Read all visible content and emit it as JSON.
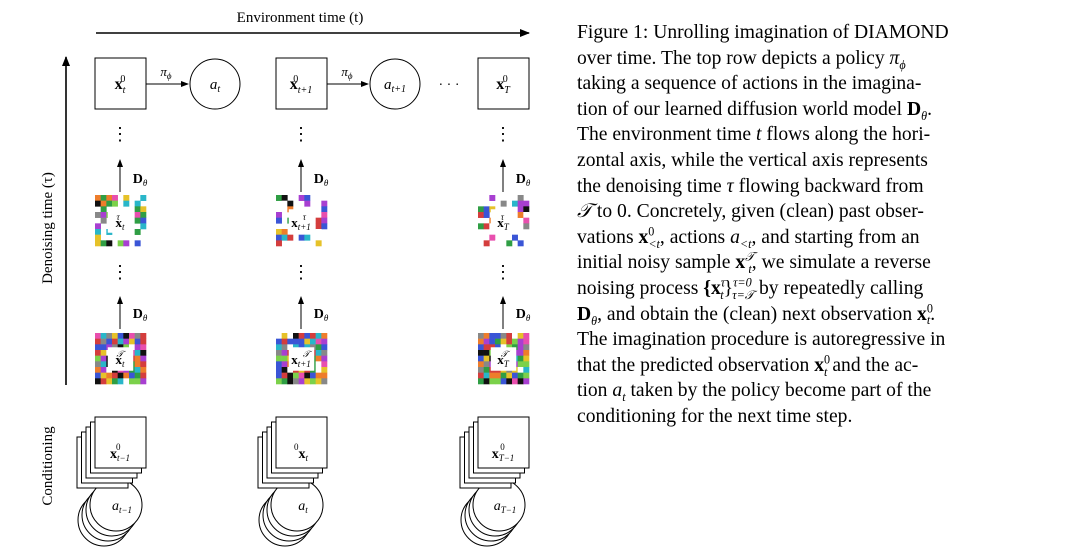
{
  "figure": {
    "axes": {
      "environment_time": "Environment time (t)",
      "denoising_time": "Denoising time (τ)",
      "conditioning": "Conditioning"
    },
    "top_row": {
      "x_labels": [
        "x",
        "x",
        "x"
      ],
      "x_subs": [
        "t",
        "t+1",
        "T"
      ],
      "x_sup": "0",
      "policy": "π",
      "policy_sub": "ϕ",
      "actions": [
        "a",
        "a"
      ],
      "action_subs": [
        "t",
        "t+1"
      ],
      "ellipsis": "· · ·"
    },
    "vdots": "⋮",
    "model": "D",
    "model_sub": "θ",
    "noisy_sup_mid": "τ",
    "noisy_sup_start": "𝒯",
    "conditioning": {
      "x_subs": [
        "t−1",
        "t",
        "T−1"
      ],
      "x_sup": "0",
      "a_subs": [
        "t−1",
        "t",
        "T−1"
      ]
    }
  },
  "caption": {
    "figure_label": "Figure 1:",
    "lines": [
      [
        "Figure 1: Unrolling imagination of ",
        "DIAMOND"
      ],
      [
        "over time.  The top row depicts a policy ",
        "π",
        "ϕ"
      ],
      [
        "taking a sequence of actions in the imagina-"
      ],
      [
        "tion of our learned diffusion world model ",
        "D",
        "θ",
        "."
      ],
      [
        "The environment time ",
        "t",
        " flows along the hori-"
      ],
      [
        "zontal axis, while the vertical axis represents"
      ],
      [
        "the denoising time ",
        "τ",
        " flowing backward from"
      ],
      [
        "𝒯",
        " to 0. Concretely, given (clean) past obser-"
      ],
      [
        "vations ",
        "x",
        "0",
        "<t",
        ", actions ",
        "a",
        "<t",
        ", and starting from an"
      ],
      [
        "initial noisy sample ",
        "x",
        "𝒯",
        "t",
        ", we simulate a reverse"
      ],
      [
        "noising process ",
        "{x",
        "τ",
        "t",
        "}",
        "τ=0",
        "τ=𝒯",
        " by repeatedly calling"
      ],
      [
        "D",
        "θ",
        ", and obtain the (clean) next observation ",
        "x",
        "0",
        "t",
        "."
      ],
      [
        "The imagination procedure is autoregressive in"
      ],
      [
        "that the predicted observation ",
        "x",
        "0",
        "t",
        " and the ac-"
      ],
      [
        "tion ",
        "a",
        "t",
        " taken by the policy become part of the"
      ],
      [
        "conditioning for the next time step."
      ]
    ]
  }
}
